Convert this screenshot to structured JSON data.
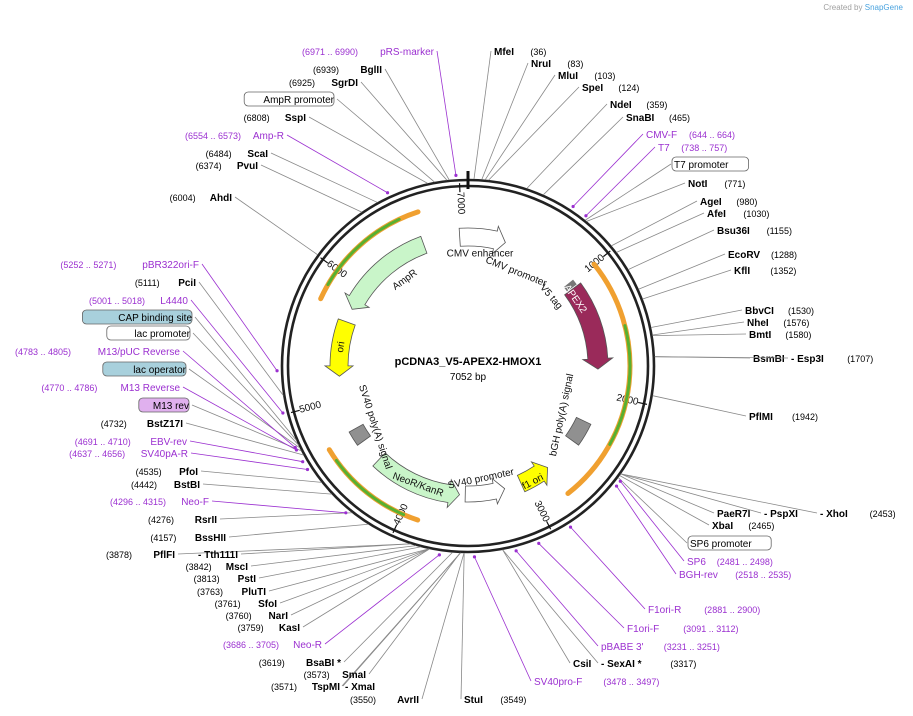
{
  "credit": {
    "prefix": "Created by",
    "brand": "SnapGene"
  },
  "plasmid": {
    "name": "pCDNA3_V5-APEX2-HMOX1",
    "size": "7052 bp",
    "length": 7052
  },
  "colors": {
    "site": "#000000",
    "primer": "#9b30d0",
    "feature_ampr": "#c9f5c9",
    "feature_apex2": "#9a2a5a",
    "feature_ori": "#ffff00",
    "feature_f1ori": "#ffff00",
    "feature_neo": "#c9f5c9",
    "feature_polyA": "#909090",
    "feature_promoter": "#ffffff",
    "orf_orange": "#f0a030",
    "orf_green": "#58b030",
    "boxed_blue": "#a8d0dc",
    "boxed_purple": "#e0b0ee"
  },
  "ticks": [
    {
      "label": "1000"
    },
    {
      "label": "2000"
    },
    {
      "label": "3000"
    },
    {
      "label": "4000"
    },
    {
      "label": "5000"
    },
    {
      "label": "6000"
    },
    {
      "label": "7000"
    }
  ],
  "features": [
    {
      "name": "AmpR"
    },
    {
      "name": "CMV enhancer"
    },
    {
      "name": "CMV promoter"
    },
    {
      "name": "V5 tag"
    },
    {
      "name": "APEX2"
    },
    {
      "name": "bGH poly(A) signal"
    },
    {
      "name": "f1 ori"
    },
    {
      "name": "SV40 promoter"
    },
    {
      "name": "NeoR/KanR"
    },
    {
      "name": "SV40 poly(A) signal"
    },
    {
      "name": "ori"
    }
  ],
  "labels": [
    {
      "name": "MfeI",
      "pos": "(36)"
    },
    {
      "name": "NruI",
      "pos": "(83)"
    },
    {
      "name": "MluI",
      "pos": "(103)"
    },
    {
      "name": "SpeI",
      "pos": "(124)"
    },
    {
      "name": "NdeI",
      "pos": "(359)"
    },
    {
      "name": "SnaBI",
      "pos": "(465)"
    },
    {
      "name": "CMV-F",
      "pos": "(644 .. 664)"
    },
    {
      "name": "T7",
      "pos": "(738 .. 757)"
    },
    {
      "name": "T7 promoter",
      "pos": ""
    },
    {
      "name": "NotI",
      "pos": "(771)"
    },
    {
      "name": "AgeI",
      "pos": "(980)"
    },
    {
      "name": "AfeI",
      "pos": "(1030)"
    },
    {
      "name": "Bsu36I",
      "pos": "(1155)"
    },
    {
      "name": "EcoRV",
      "pos": "(1288)"
    },
    {
      "name": "KflI",
      "pos": "(1352)"
    },
    {
      "name": "BbvCI",
      "pos": "(1530)"
    },
    {
      "name": "NheI",
      "pos": "(1576)"
    },
    {
      "name": "BmtI",
      "pos": "(1580)"
    },
    {
      "name": "BsmBI",
      "pos": ""
    },
    {
      "name": "- Esp3I",
      "pos": "(1707)"
    },
    {
      "name": "PflMI",
      "pos": "(1942)"
    },
    {
      "name": "PaeR7I",
      "pos": ""
    },
    {
      "name": "- PspXI",
      "pos": ""
    },
    {
      "name": "- XhoI",
      "pos": "(2453)"
    },
    {
      "name": "XbaI",
      "pos": "(2465)"
    },
    {
      "name": "SP6 promoter",
      "pos": ""
    },
    {
      "name": "SP6",
      "pos": "(2481 .. 2498)"
    },
    {
      "name": "BGH-rev",
      "pos": "(2518 .. 2535)"
    },
    {
      "name": "F1ori-R",
      "pos": "(2881 .. 2900)"
    },
    {
      "name": "F1ori-F",
      "pos": "(3091 .. 3112)"
    },
    {
      "name": "pBABE 3'",
      "pos": "(3231 .. 3251)"
    },
    {
      "name": "CsiI",
      "pos": ""
    },
    {
      "name": "- SexAI *",
      "pos": "(3317)"
    },
    {
      "name": "SV40pro-F",
      "pos": "(3478 .. 3497)"
    },
    {
      "name": "StuI",
      "pos": "(3549)"
    },
    {
      "name": "AvrII",
      "pos": "(3550)"
    },
    {
      "name": "TspMI",
      "pos": "(3571)"
    },
    {
      "name": "- XmaI",
      "pos": ""
    },
    {
      "name": "SmaI",
      "pos": "(3573)"
    },
    {
      "name": "BsaBI *",
      "pos": "(3619)"
    },
    {
      "name": "Neo-R",
      "pos": "(3686 .. 3705)"
    },
    {
      "name": "KasI",
      "pos": "(3759)"
    },
    {
      "name": "NarI",
      "pos": "(3760)"
    },
    {
      "name": "SfoI",
      "pos": "(3761)"
    },
    {
      "name": "PluTI",
      "pos": "(3763)"
    },
    {
      "name": "PstI",
      "pos": "(3813)"
    },
    {
      "name": "MscI",
      "pos": "(3842)"
    },
    {
      "name": "PflFI",
      "pos": "(3878)"
    },
    {
      "name": "- Tth111I",
      "pos": ""
    },
    {
      "name": "BssHII",
      "pos": "(4157)"
    },
    {
      "name": "RsrII",
      "pos": "(4276)"
    },
    {
      "name": "Neo-F",
      "pos": "(4296 .. 4315)"
    },
    {
      "name": "BstBI",
      "pos": "(4442)"
    },
    {
      "name": "PfoI",
      "pos": "(4535)"
    },
    {
      "name": "SV40pA-R",
      "pos": "(4637 .. 4656)"
    },
    {
      "name": "EBV-rev",
      "pos": "(4691 .. 4710)"
    },
    {
      "name": "BstZ17I",
      "pos": "(4732)"
    },
    {
      "name": "M13 rev",
      "pos": ""
    },
    {
      "name": "M13 Reverse",
      "pos": "(4770 .. 4786)"
    },
    {
      "name": "lac operator",
      "pos": ""
    },
    {
      "name": "M13/pUC Reverse",
      "pos": "(4783 .. 4805)"
    },
    {
      "name": "lac promoter",
      "pos": ""
    },
    {
      "name": "CAP binding site",
      "pos": ""
    },
    {
      "name": "L4440",
      "pos": "(5001 .. 5018)"
    },
    {
      "name": "PciI",
      "pos": "(5111)"
    },
    {
      "name": "pBR322ori-F",
      "pos": "(5252 .. 5271)"
    },
    {
      "name": "AhdI",
      "pos": "(6004)"
    },
    {
      "name": "PvuI",
      "pos": "(6374)"
    },
    {
      "name": "ScaI",
      "pos": "(6484)"
    },
    {
      "name": "Amp-R",
      "pos": "(6554 .. 6573)"
    },
    {
      "name": "SspI",
      "pos": "(6808)"
    },
    {
      "name": "AmpR promoter",
      "pos": ""
    },
    {
      "name": "SgrDI",
      "pos": "(6925)"
    },
    {
      "name": "BglII",
      "pos": "(6939)"
    },
    {
      "name": "pRS-marker",
      "pos": "(6971 .. 6990)"
    }
  ]
}
